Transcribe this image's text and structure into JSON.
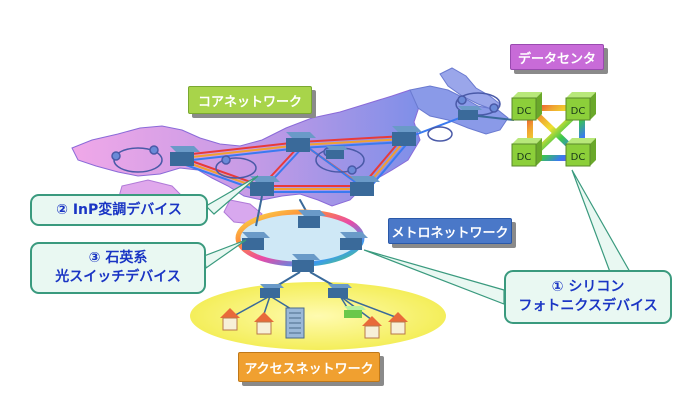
{
  "labels": {
    "datacenter": "データセンタ",
    "core_network": "コアネットワーク",
    "metro_network": "メトロネットワーク",
    "access_network": "アクセスネットワーク"
  },
  "callouts": {
    "inp": "② InP変調デバイス",
    "quartz_line1": "③ 石英系",
    "quartz_line2": "光スイッチデバイス",
    "silicon_line1": "① シリコン",
    "silicon_line2": "フォトニクスデバイス"
  },
  "dc_label": "DC",
  "colors": {
    "datacenter_box": "#c86bd8",
    "core_box": "#a8d44a",
    "metro_box": "#4a78c8",
    "access_box": "#f0a030",
    "callout_fill": "#e9f8f2",
    "callout_border": "#3a9a7e",
    "callout_text": "#1a35c4",
    "japan_fill": "#c9a0e8",
    "node": "#3a6a9a",
    "dc_cube": "#8ccf3a",
    "access_ellipse": "#f4f05a"
  },
  "icons": [
    "router-node-icon",
    "house-icon",
    "server-rack-icon",
    "dc-cube-icon"
  ]
}
